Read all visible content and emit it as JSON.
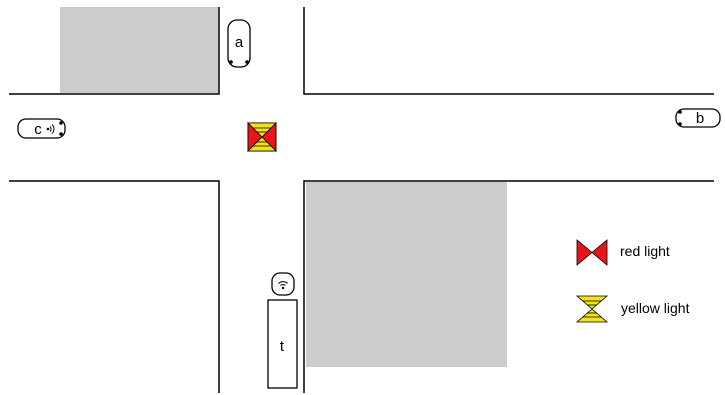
{
  "vehicles": {
    "a": {
      "label": "a"
    },
    "b": {
      "label": "b"
    },
    "c": {
      "label": "c"
    },
    "t": {
      "label": "t"
    }
  },
  "legend": {
    "red": {
      "label": "red light",
      "icon": "red-light-icon",
      "color": "#e8141b"
    },
    "yellow": {
      "label": "yellow light",
      "icon": "yellow-light-icon",
      "color": "#f2e21a"
    }
  },
  "colors": {
    "building": "#cccccc",
    "road_edge": "#000000",
    "light_red": "#e8141b",
    "light_yellow": "#f2e21a"
  }
}
